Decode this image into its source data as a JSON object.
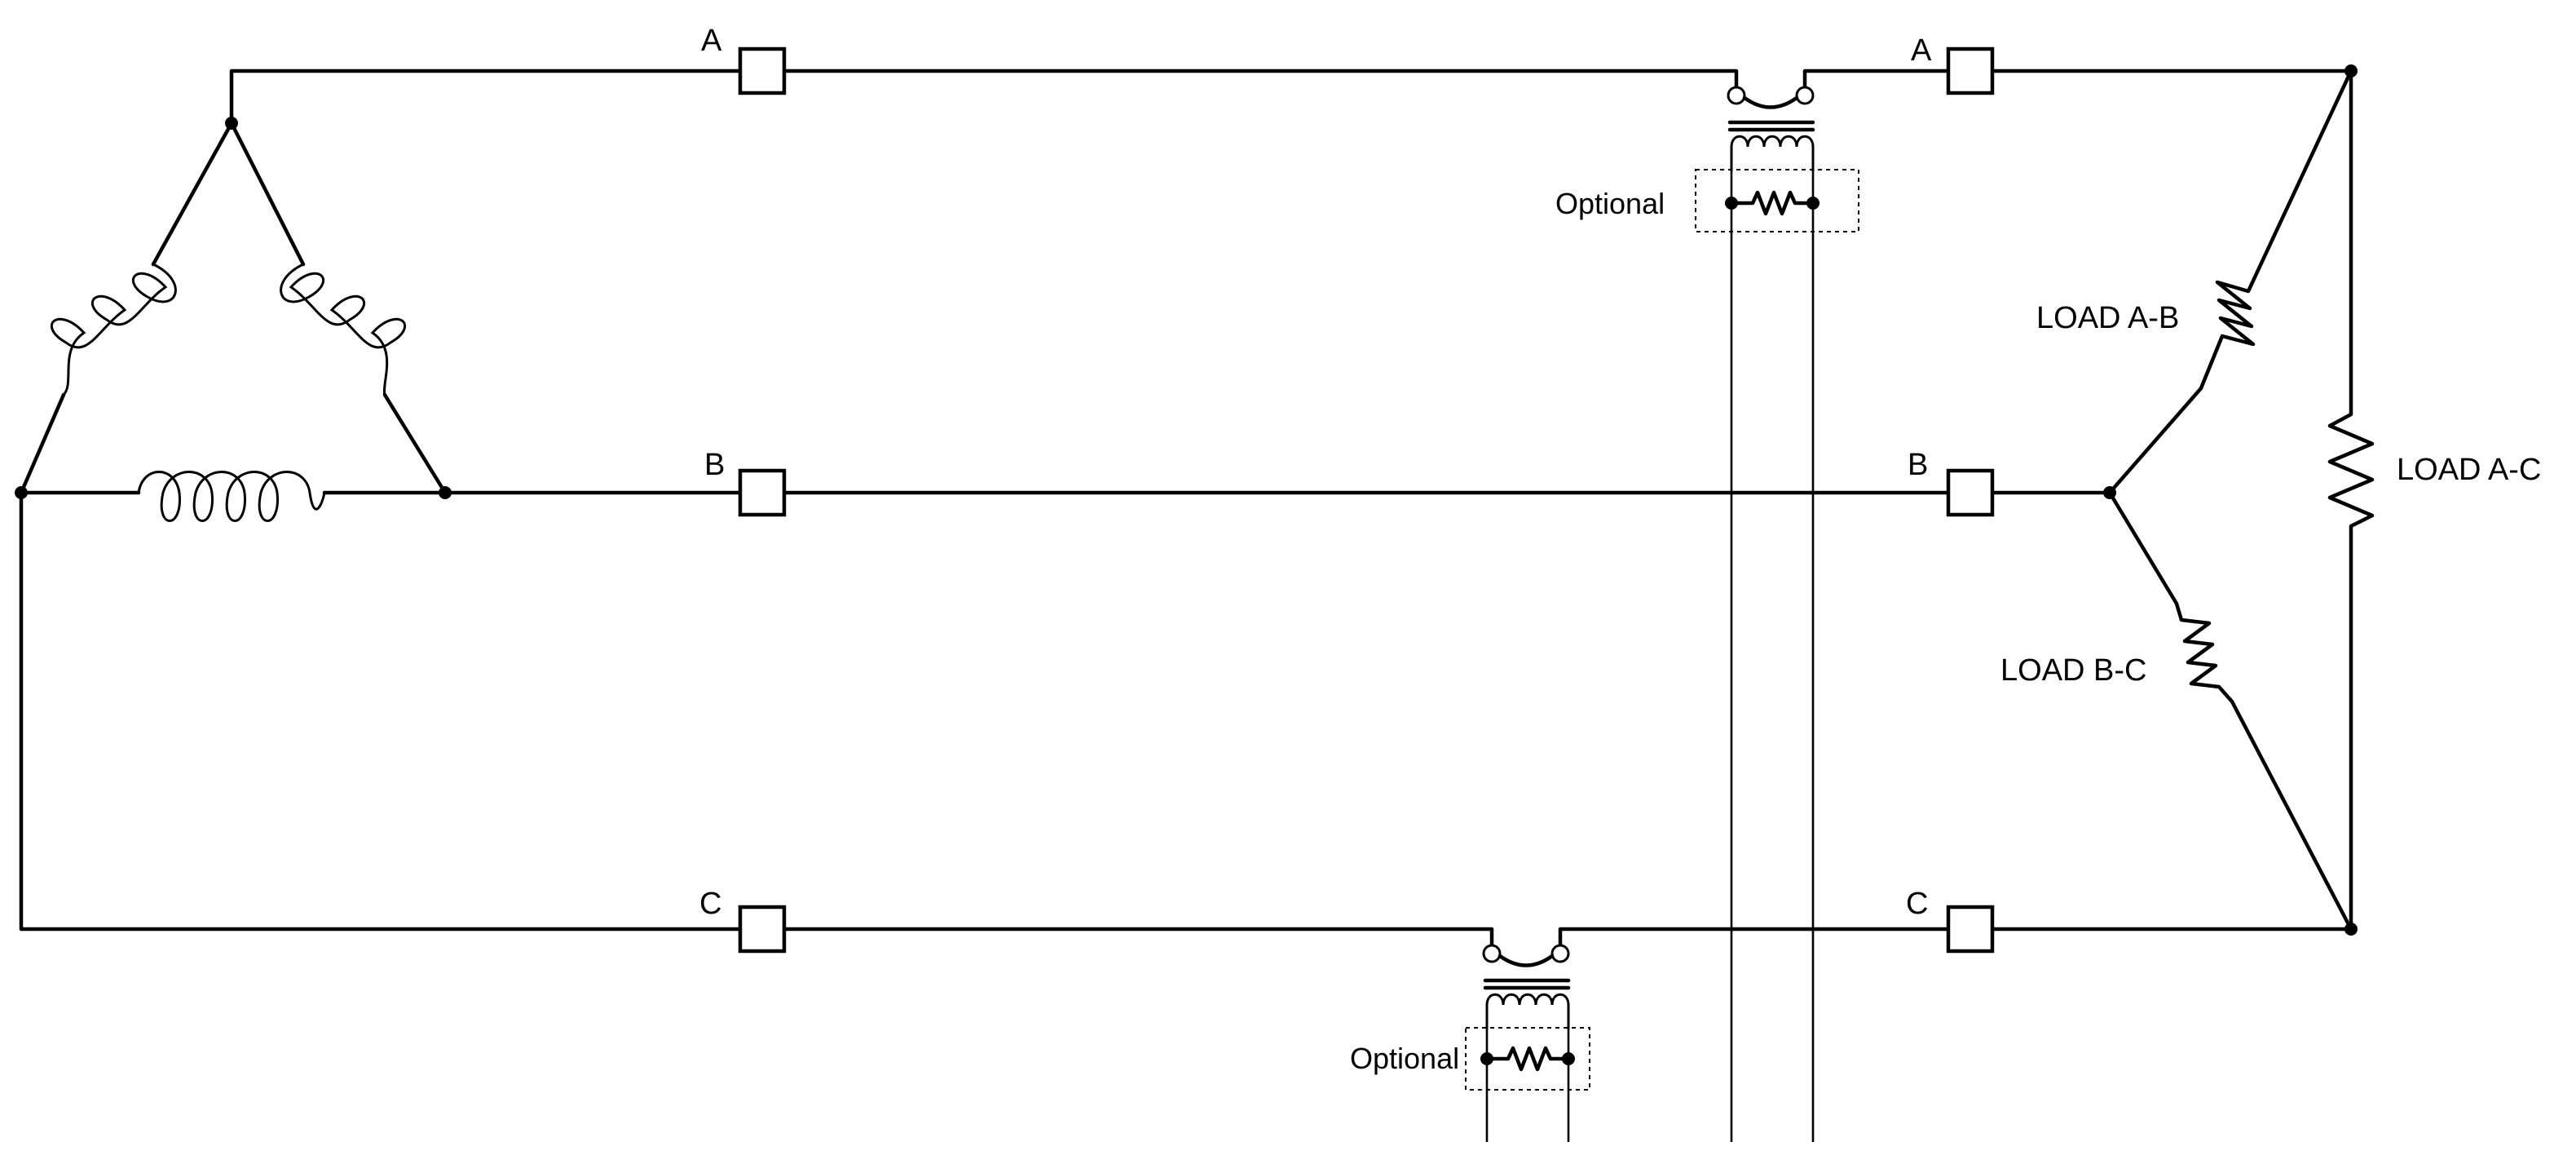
{
  "labels": {
    "source_terminal_a": "A",
    "source_terminal_b": "B",
    "source_terminal_c": "C",
    "load_terminal_a": "A",
    "load_terminal_b": "B",
    "load_terminal_c": "C",
    "optional_top": "Optional",
    "optional_bottom": "Optional",
    "load_ab": "LOAD A-B",
    "load_bc": "LOAD B-C",
    "load_ac": "LOAD A-C"
  }
}
